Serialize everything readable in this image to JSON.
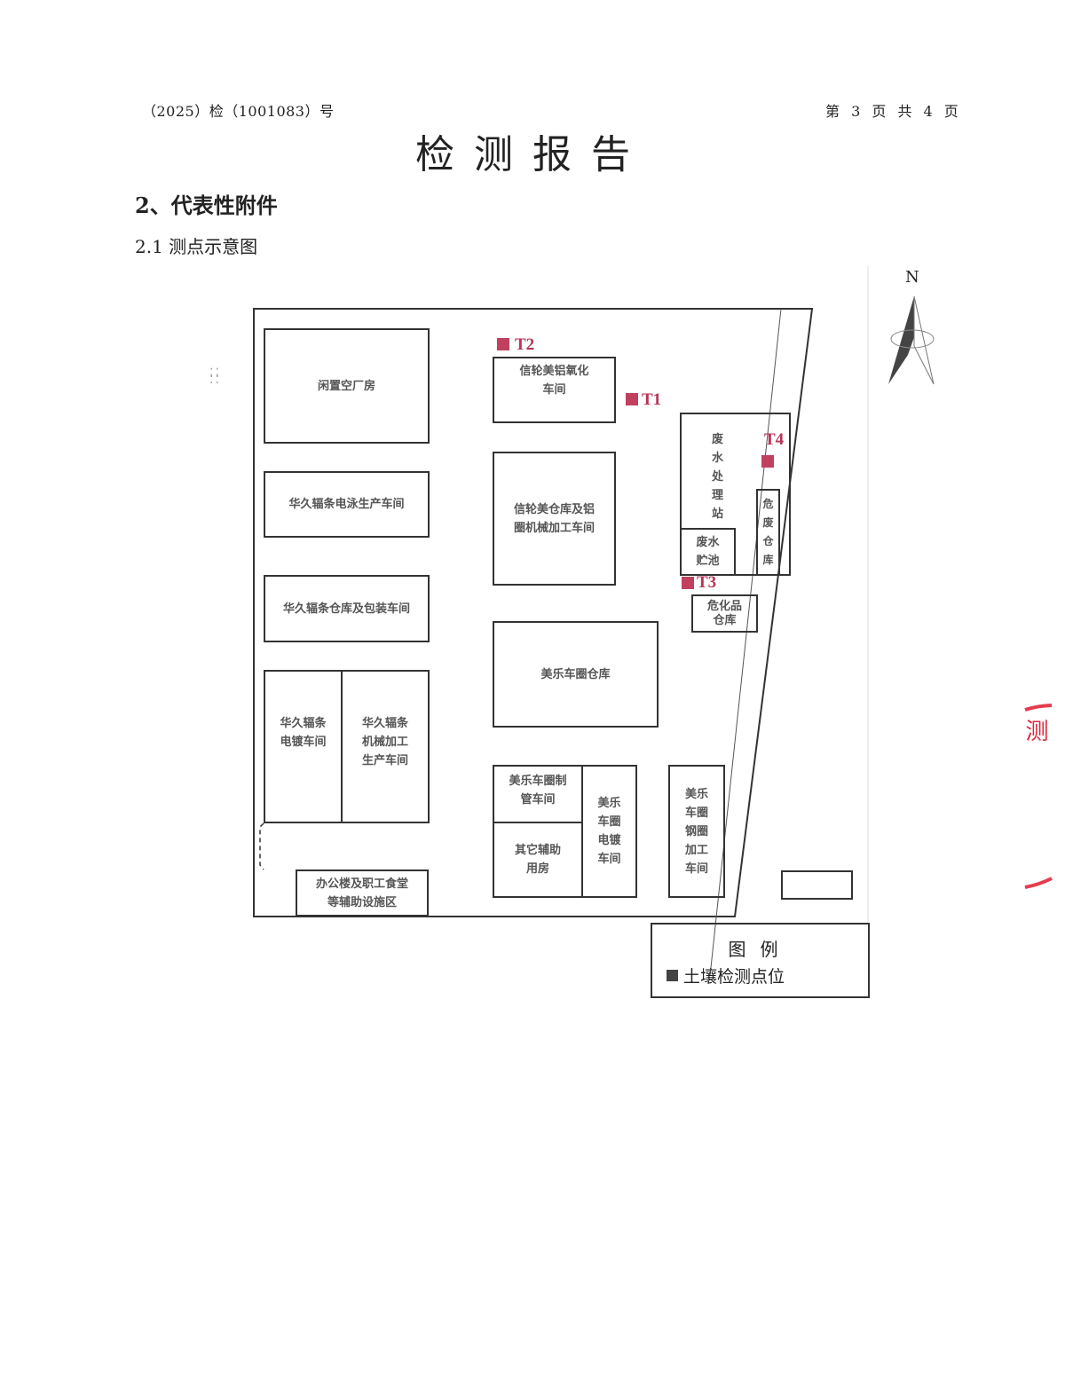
{
  "header": {
    "doc_number": "（2025）检（1001083）号",
    "page_indicator": "第 3 页 共 4 页"
  },
  "title": "检测报告",
  "section_heading": "2、代表性附件",
  "subsection_heading": "2.1 测点示意图",
  "map": {
    "north_label": "N",
    "buildings": {
      "idle": "闲置空厂房",
      "hj_electro": "华久辐条电泳生产车间",
      "hj_warehouse": "华久辐条仓库及包装车间",
      "hj_plating": "华久辐条\n电镀车间",
      "hj_machining": "华久辐条\n机械加工\n生产车间",
      "office": "办公楼及职工食堂\n等辅助设施区",
      "xl_oxidation": "信轮美铝氧化\n车间",
      "xl_warehouse": "信轮美仓库及铝\n圈机械加工车间",
      "ml_warehouse": "美乐车圈仓库",
      "ml_tube": "美乐车圈制\n管车间",
      "other_aux": "其它辅助\n用房",
      "ml_plating": "美乐\n车圈\n电镀\n车间",
      "ml_steel": "美乐\n车圈\n钢圈\n加工\n车间",
      "wastewater": "废\n水\n处\n理\n站",
      "ww_pool": "废水\n贮池",
      "haz_waste": "危\n废\n仓\n库",
      "haz_chem": "危化品\n仓库"
    },
    "points": [
      {
        "label": "T1"
      },
      {
        "label": "T2"
      },
      {
        "label": "T3"
      },
      {
        "label": "T4"
      }
    ],
    "point_color": "#c1405e",
    "legend": {
      "title": "图例",
      "item": "土壤检测点位"
    }
  },
  "stamp": {
    "text": "测 用章",
    "color": "#e0283c"
  }
}
